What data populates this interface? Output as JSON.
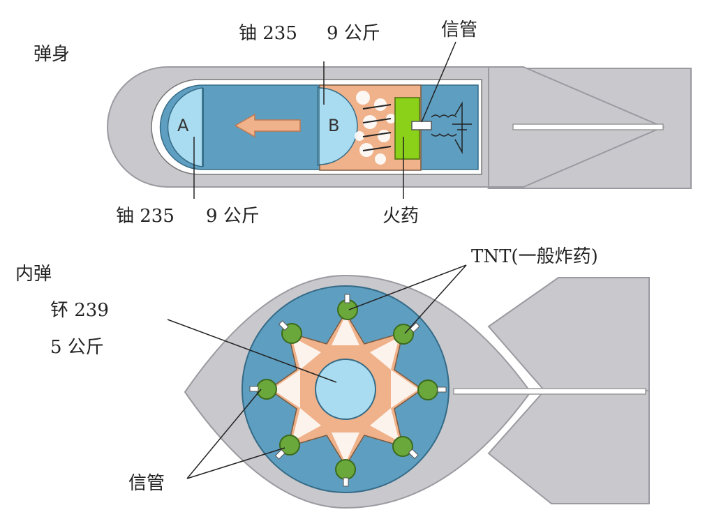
{
  "diagram1": {
    "section_label": "弹身",
    "top_label": "铀 235",
    "top_mass": "9 公斤",
    "fuse_label": "信管",
    "bottom_label": "铀 235",
    "bottom_mass": "9 公斤",
    "propellant_label": "火药",
    "piece_a": "A",
    "piece_b": "B"
  },
  "diagram2": {
    "section_label": "内弹",
    "core_label_line1": "钚 239",
    "core_label_line2": "5 公斤",
    "explosive_label": "TNT(一般炸药)",
    "detonator_label": "信管"
  },
  "colors": {
    "casing": "#c9c9ce",
    "blue": "#5e9ec0",
    "light_blue": "#a9dcf0",
    "orange": "#f0b28a",
    "green": "#6aa83b",
    "yellow_green": "#8bd11a"
  }
}
